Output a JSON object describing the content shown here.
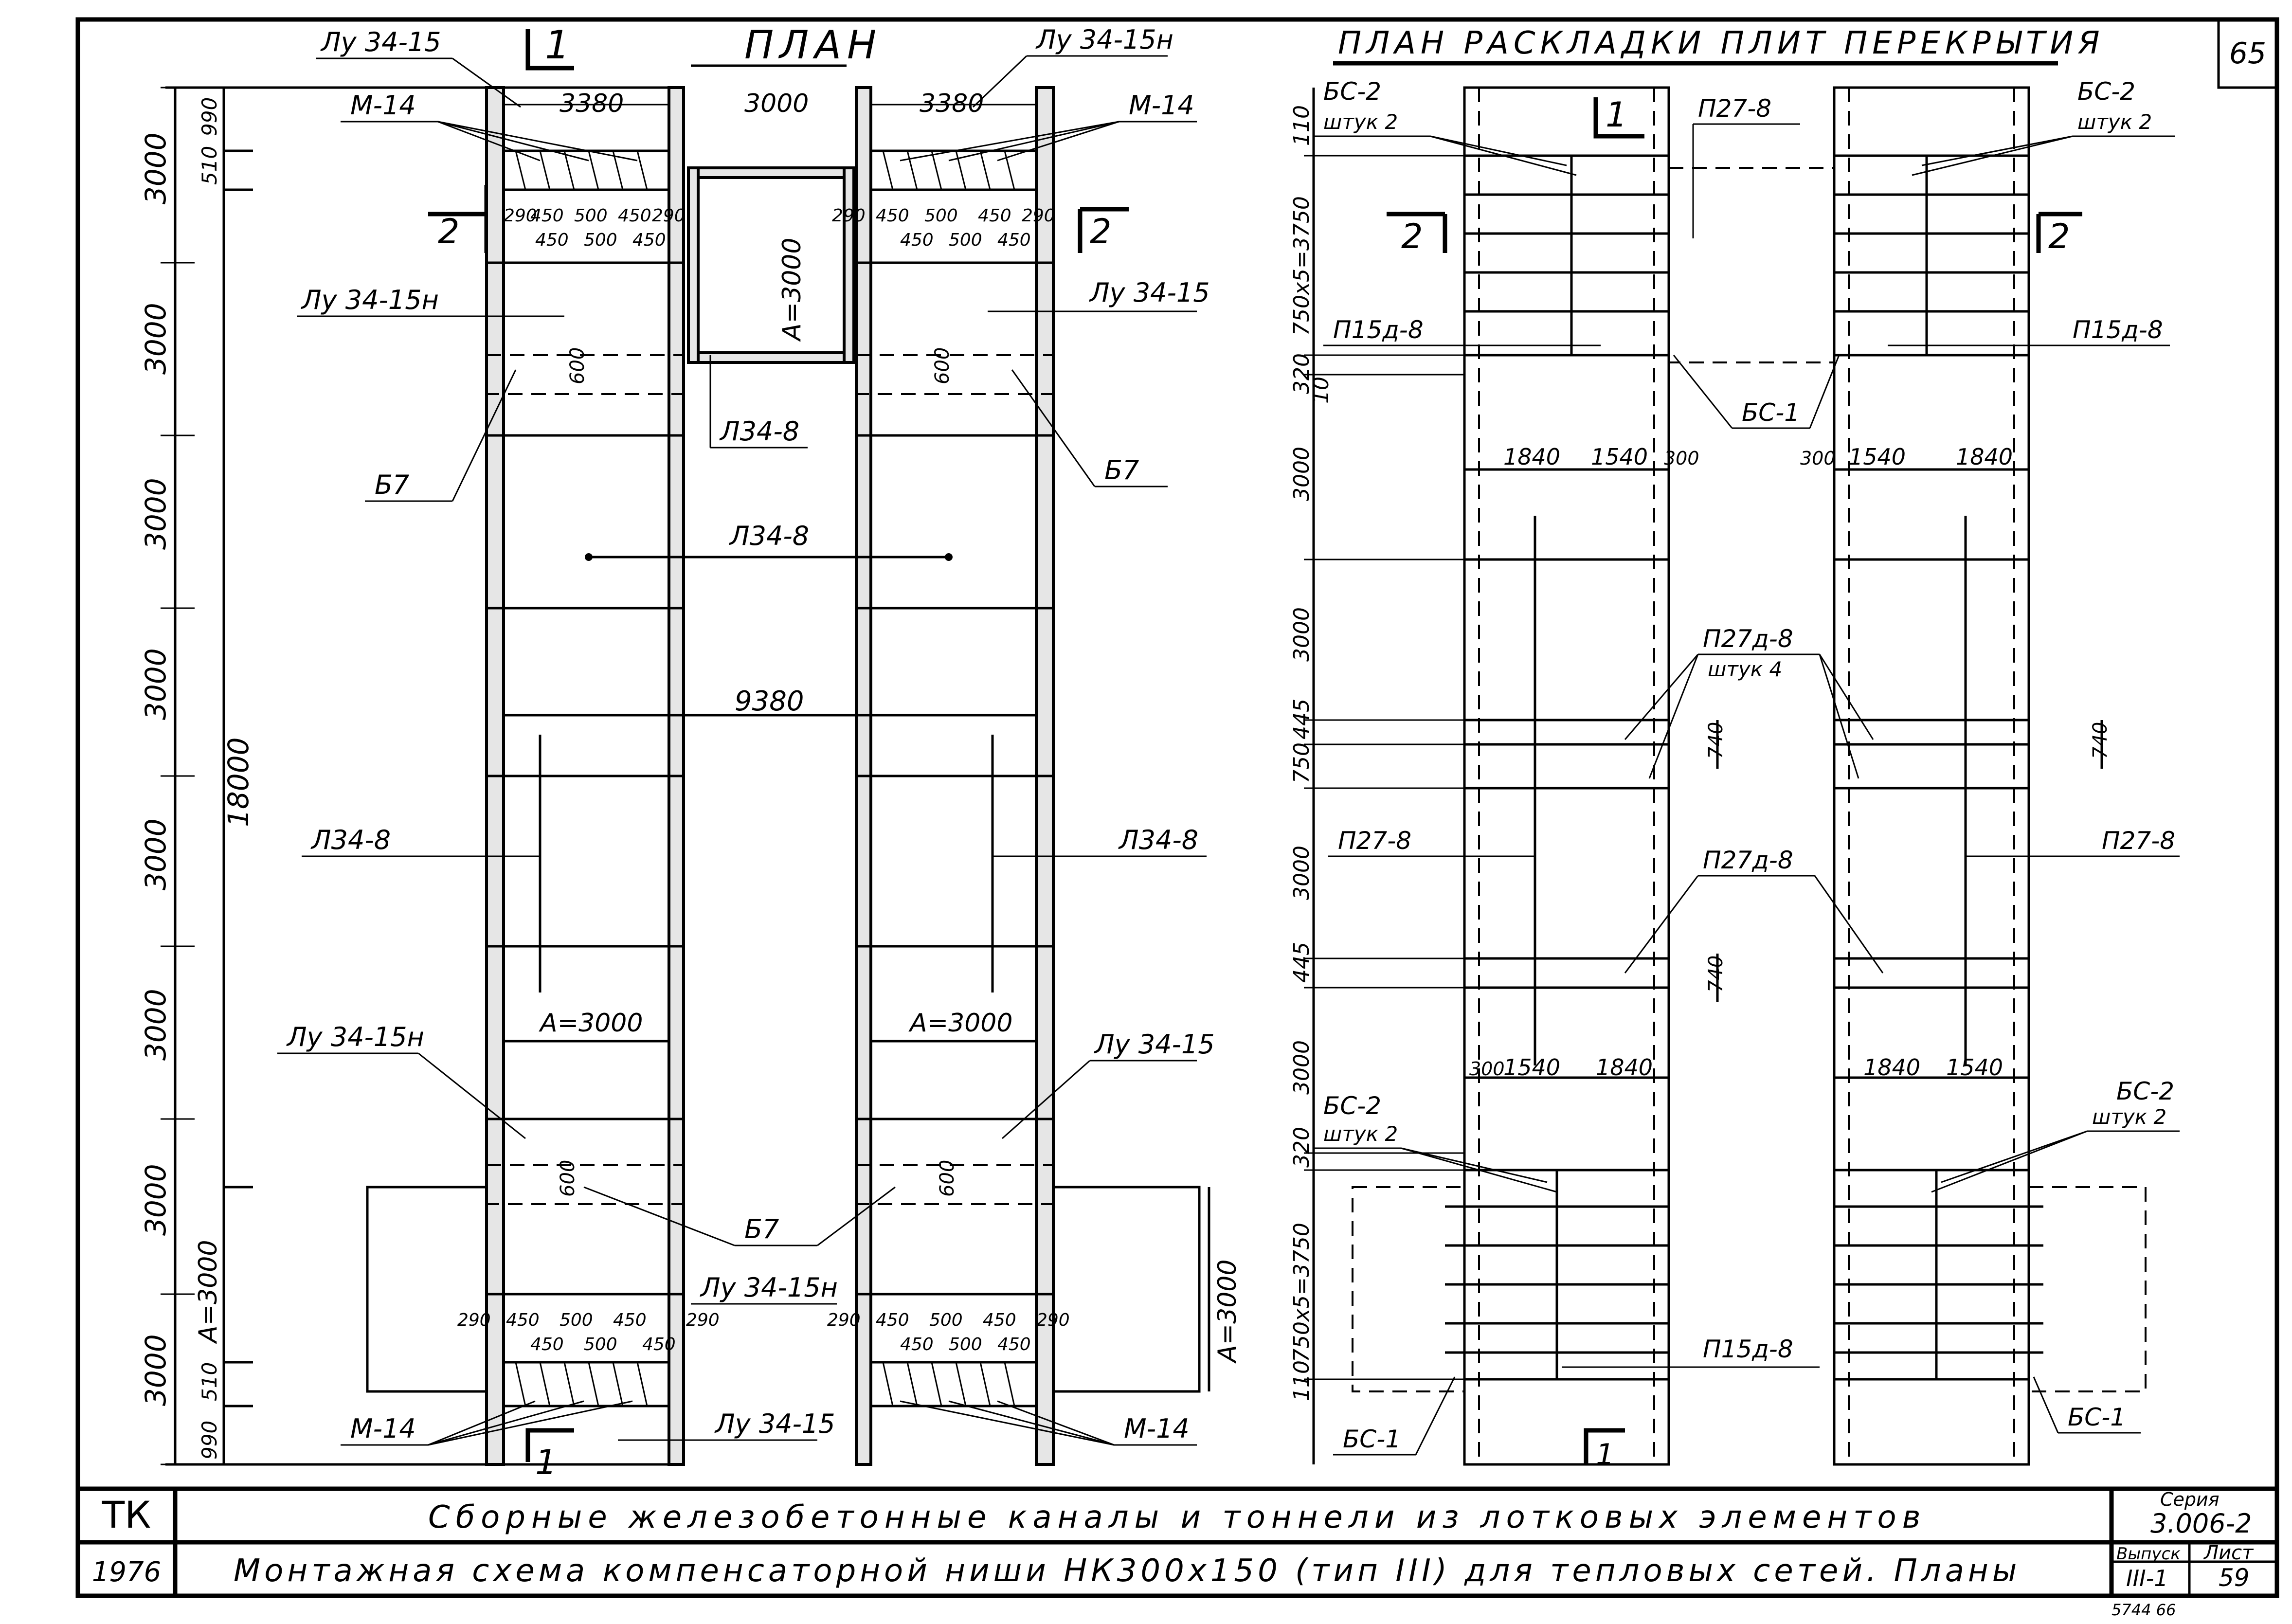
{
  "sheet_number": "65",
  "left_title": "ПЛАН",
  "right_title": "ПЛАН РАСКЛАДКИ ПЛИТ ПЕРЕКРЫТИЯ",
  "section_marks": {
    "s1": "1",
    "s2": "2"
  },
  "left_plan": {
    "dims_vertical": [
      "3000",
      "3000",
      "3000",
      "3000",
      "3000",
      "3000",
      "3000"
    ],
    "dims_small_top": [
      "990",
      "510"
    ],
    "dims_small_bottom": [
      "510",
      "990"
    ],
    "total": "18000",
    "a_left": "A=3000",
    "a_right": "A=3000",
    "a_middle": "A=3000",
    "a_niche": "A=3000",
    "w_3380": "3380",
    "w_3000": "3000",
    "w_9380": "9380",
    "dim_600": "600",
    "spacing_top": [
      "290",
      "450",
      "500",
      "450",
      "290"
    ],
    "spacing_bottom": [
      "450",
      "500",
      "450"
    ],
    "labels": {
      "lu3415": "Лу 34-15",
      "lu3415n": "Лу 34-15н",
      "m14": "М-14",
      "l348": "Л34-8",
      "b7": "Б7"
    }
  },
  "right_plan": {
    "dims_vertical": [
      "110",
      "750x5=3750",
      "320",
      "10",
      "3000",
      "3000",
      "445",
      "750",
      "3000",
      "445",
      "3000",
      "320",
      "750x5=3750",
      "110"
    ],
    "w_1840": "1840",
    "w_1540": "1540",
    "w_300": "300",
    "d_740": "740",
    "labels": {
      "bs2": "БС-2",
      "bs2_count": "штук 2",
      "bs1": "БС-1",
      "p278": "П27-8",
      "p27d8": "П27д-8",
      "p27d8_count": "штук 4",
      "p15d8": "П15д-8"
    }
  },
  "title_block": {
    "tk": "ТК",
    "year": "1976",
    "line1": "Сборные железобетонные каналы и тоннели из лотковых элементов",
    "line2": "Монтажная схема компенсаторной ниши НК300x150 (тип III) для тепловых сетей. Планы",
    "series_label": "Серия",
    "series_value": "3.006-2",
    "issue_label": "Выпуск",
    "issue_value": "III-1",
    "sheet_label": "Лист",
    "sheet_value": "59",
    "footnote": "5744   66"
  }
}
